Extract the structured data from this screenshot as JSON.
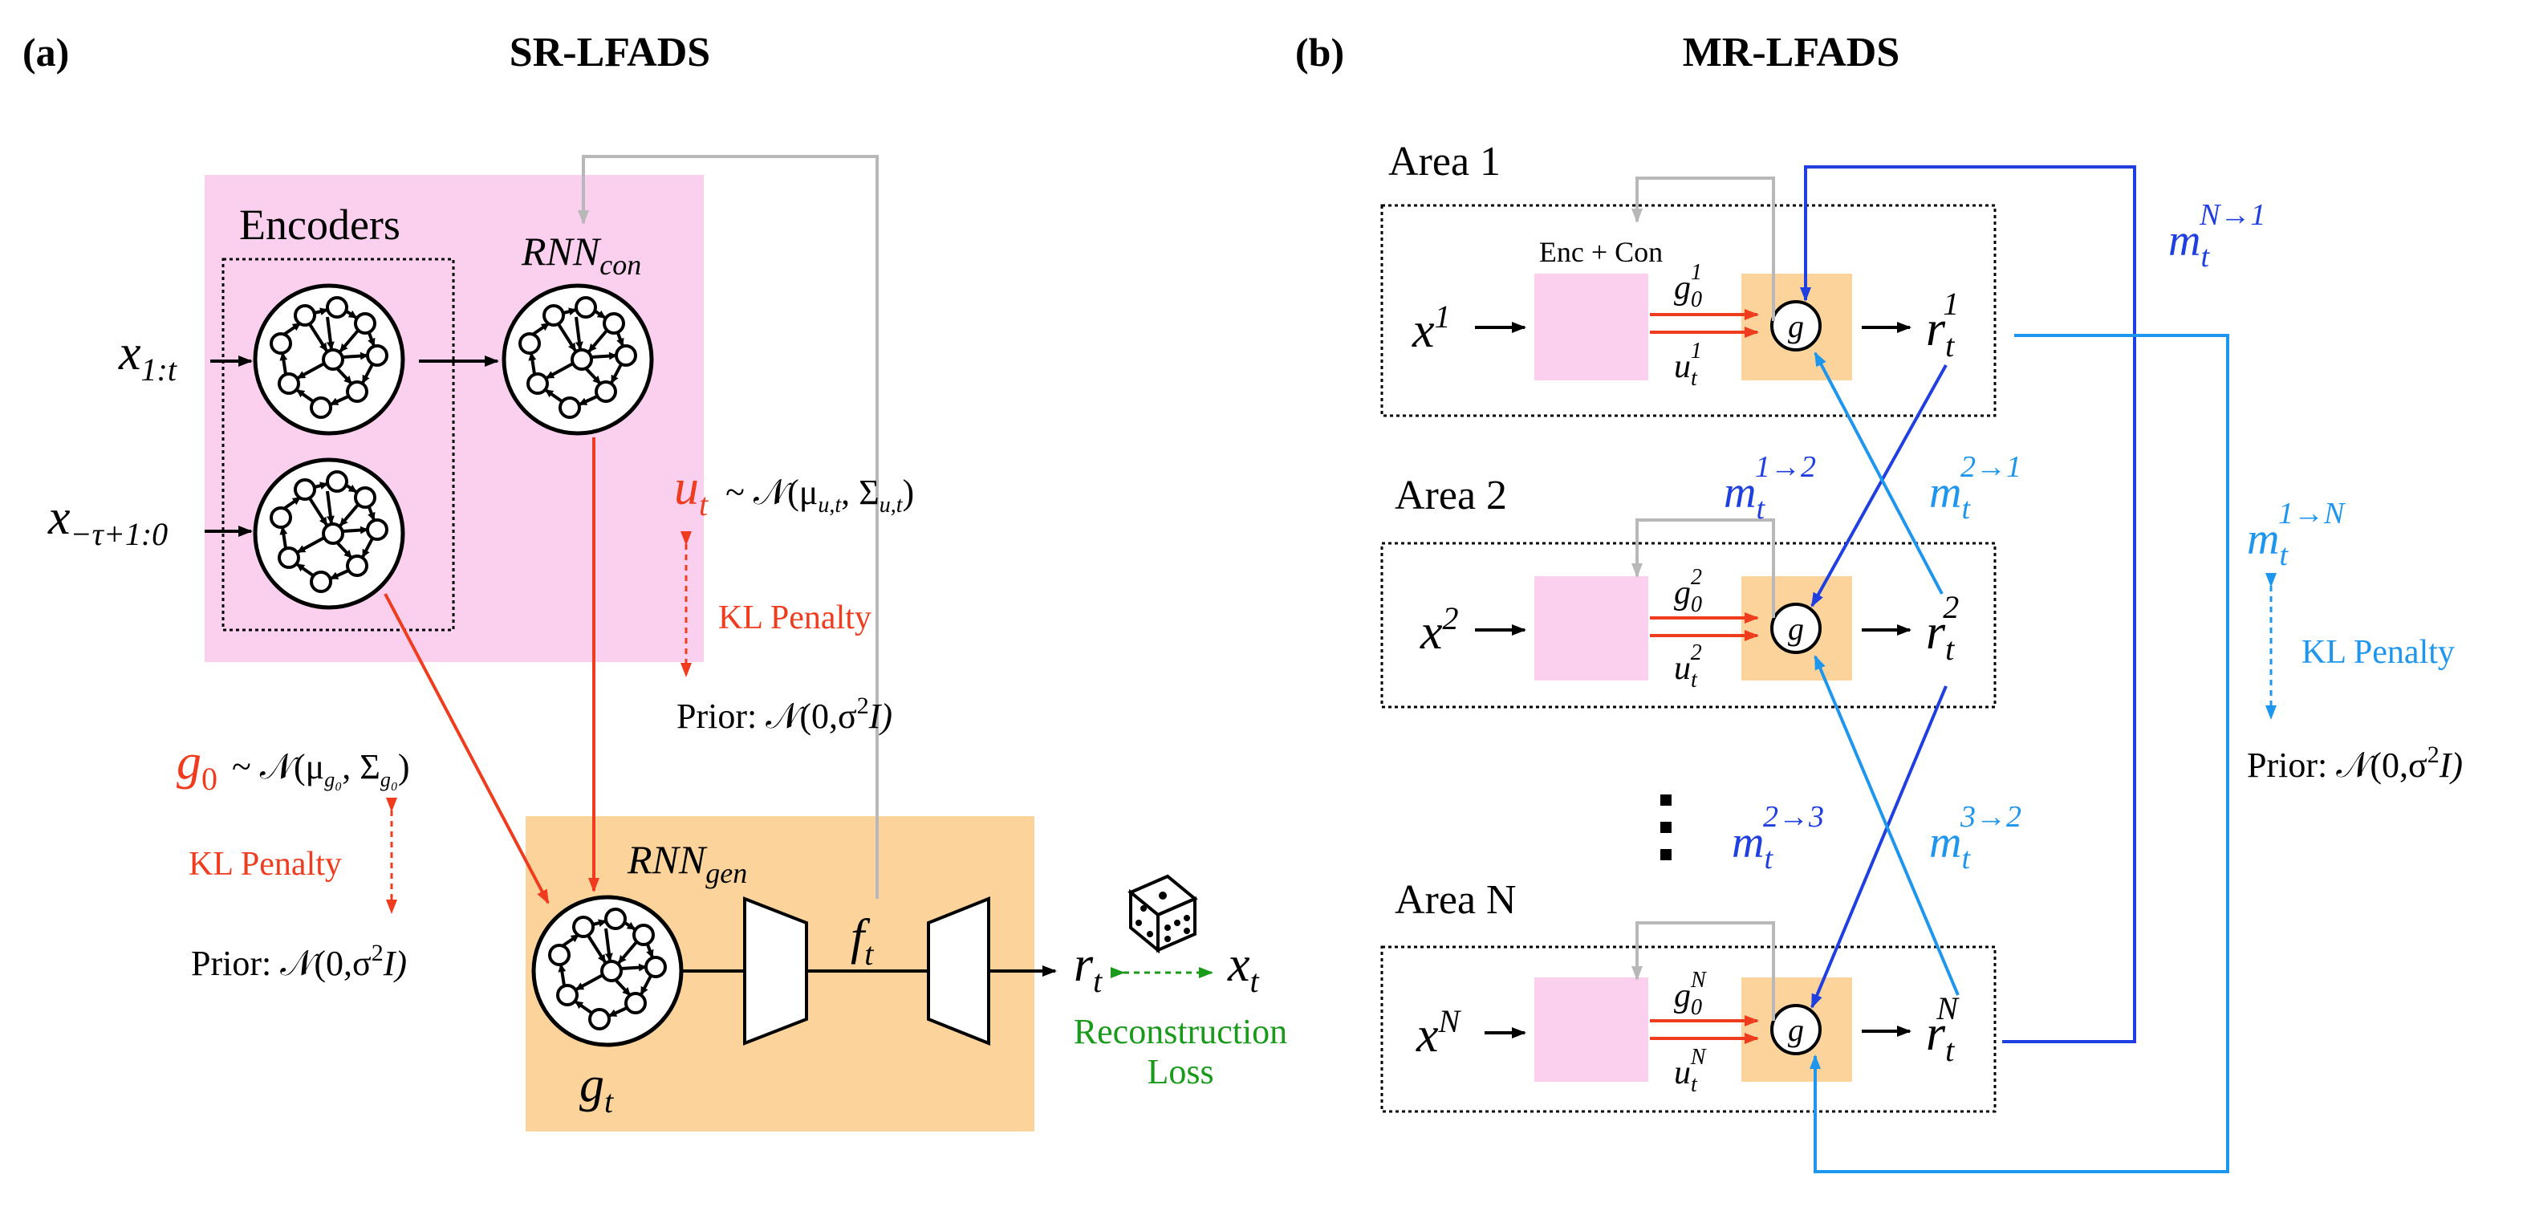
{
  "panel_a": {
    "label": "(a)",
    "title": "SR-LFADS",
    "encoders_label": "Encoders",
    "rnn_con": {
      "main": "RNN",
      "sub": "con"
    },
    "rnn_gen": {
      "main": "RNN",
      "sub": "gen"
    },
    "input_top": {
      "main": "x",
      "sub": "1:t"
    },
    "input_bottom": {
      "main": "x",
      "sub": "−τ+1:0"
    },
    "u_t": {
      "main": "u",
      "sub": "t",
      "dist": "~ 𝒩(μ",
      "dist_sub": "u,t",
      "dist_mid": ", Σ",
      "dist_sub2": "u,t",
      "dist_end": ")"
    },
    "u_kl": "KL Penalty",
    "u_prior": {
      "text": "Prior: 𝒩(0,σ",
      "sup": "2",
      "end": "I)"
    },
    "g0": {
      "main": "g",
      "sub": "0",
      "dist": "~ 𝒩(μ",
      "dist_sub": "g₀",
      "dist_mid": ", Σ",
      "dist_sub2": "g₀",
      "dist_end": ")"
    },
    "g0_kl": "KL Penalty",
    "g0_prior": {
      "text": "Prior: 𝒩(0,σ",
      "sup": "2",
      "end": "I)"
    },
    "g_t": {
      "main": "g",
      "sub": "t"
    },
    "f_t": {
      "main": "f",
      "sub": "t"
    },
    "r_t": {
      "main": "r",
      "sub": "t"
    },
    "x_t": {
      "main": "x",
      "sub": "t"
    },
    "recon_line1": "Reconstruction",
    "recon_line2": "Loss"
  },
  "panel_b": {
    "label": "(b)",
    "title": "MR-LFADS",
    "areas": [
      {
        "name": "Area 1",
        "x_sup": "1",
        "g0_sup": "1",
        "u_sup": "1",
        "r_sup": "1"
      },
      {
        "name": "Area 2",
        "x_sup": "2",
        "g0_sup": "2",
        "u_sup": "2",
        "r_sup": "2"
      },
      {
        "name": "Area N",
        "x_sup": "N",
        "g0_sup": "N",
        "u_sup": "N",
        "r_sup": "N"
      }
    ],
    "enc_con_label": "Enc + Con",
    "g_node": "g",
    "ellipsis": "⋮",
    "messages": {
      "m_N_1": "N→1",
      "m_1_2": "1→2",
      "m_2_1": "2→1",
      "m_1_N": "1→N",
      "m_2_3": "2→3",
      "m_3_2": "3→2"
    },
    "kl": "KL Penalty",
    "prior": {
      "text": "Prior: 𝒩(0,σ",
      "sup": "2",
      "end": "I)"
    }
  },
  "colors": {
    "pink": "#fbd0ef",
    "orange": "#fcd49b",
    "red": "#f03c1e",
    "blue_dark": "#1f3fe0",
    "blue_light": "#1e96ee",
    "green": "#1a9a1a",
    "gray": "#b8b8b8"
  }
}
